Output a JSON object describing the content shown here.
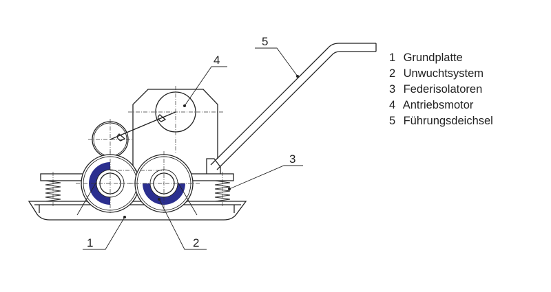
{
  "callouts": [
    "1",
    "2",
    "3",
    "4",
    "5"
  ],
  "legend": [
    {
      "num": "1",
      "label": "Grundplatte"
    },
    {
      "num": "2",
      "label": "Unwuchtsystem"
    },
    {
      "num": "3",
      "label": "Federisolatoren"
    },
    {
      "num": "4",
      "label": "Antriebsmotor"
    },
    {
      "num": "5",
      "label": "Führungsdeichsel"
    }
  ],
  "colors": {
    "unbalance_mass": "#2b2f8f",
    "line": "#222222"
  }
}
